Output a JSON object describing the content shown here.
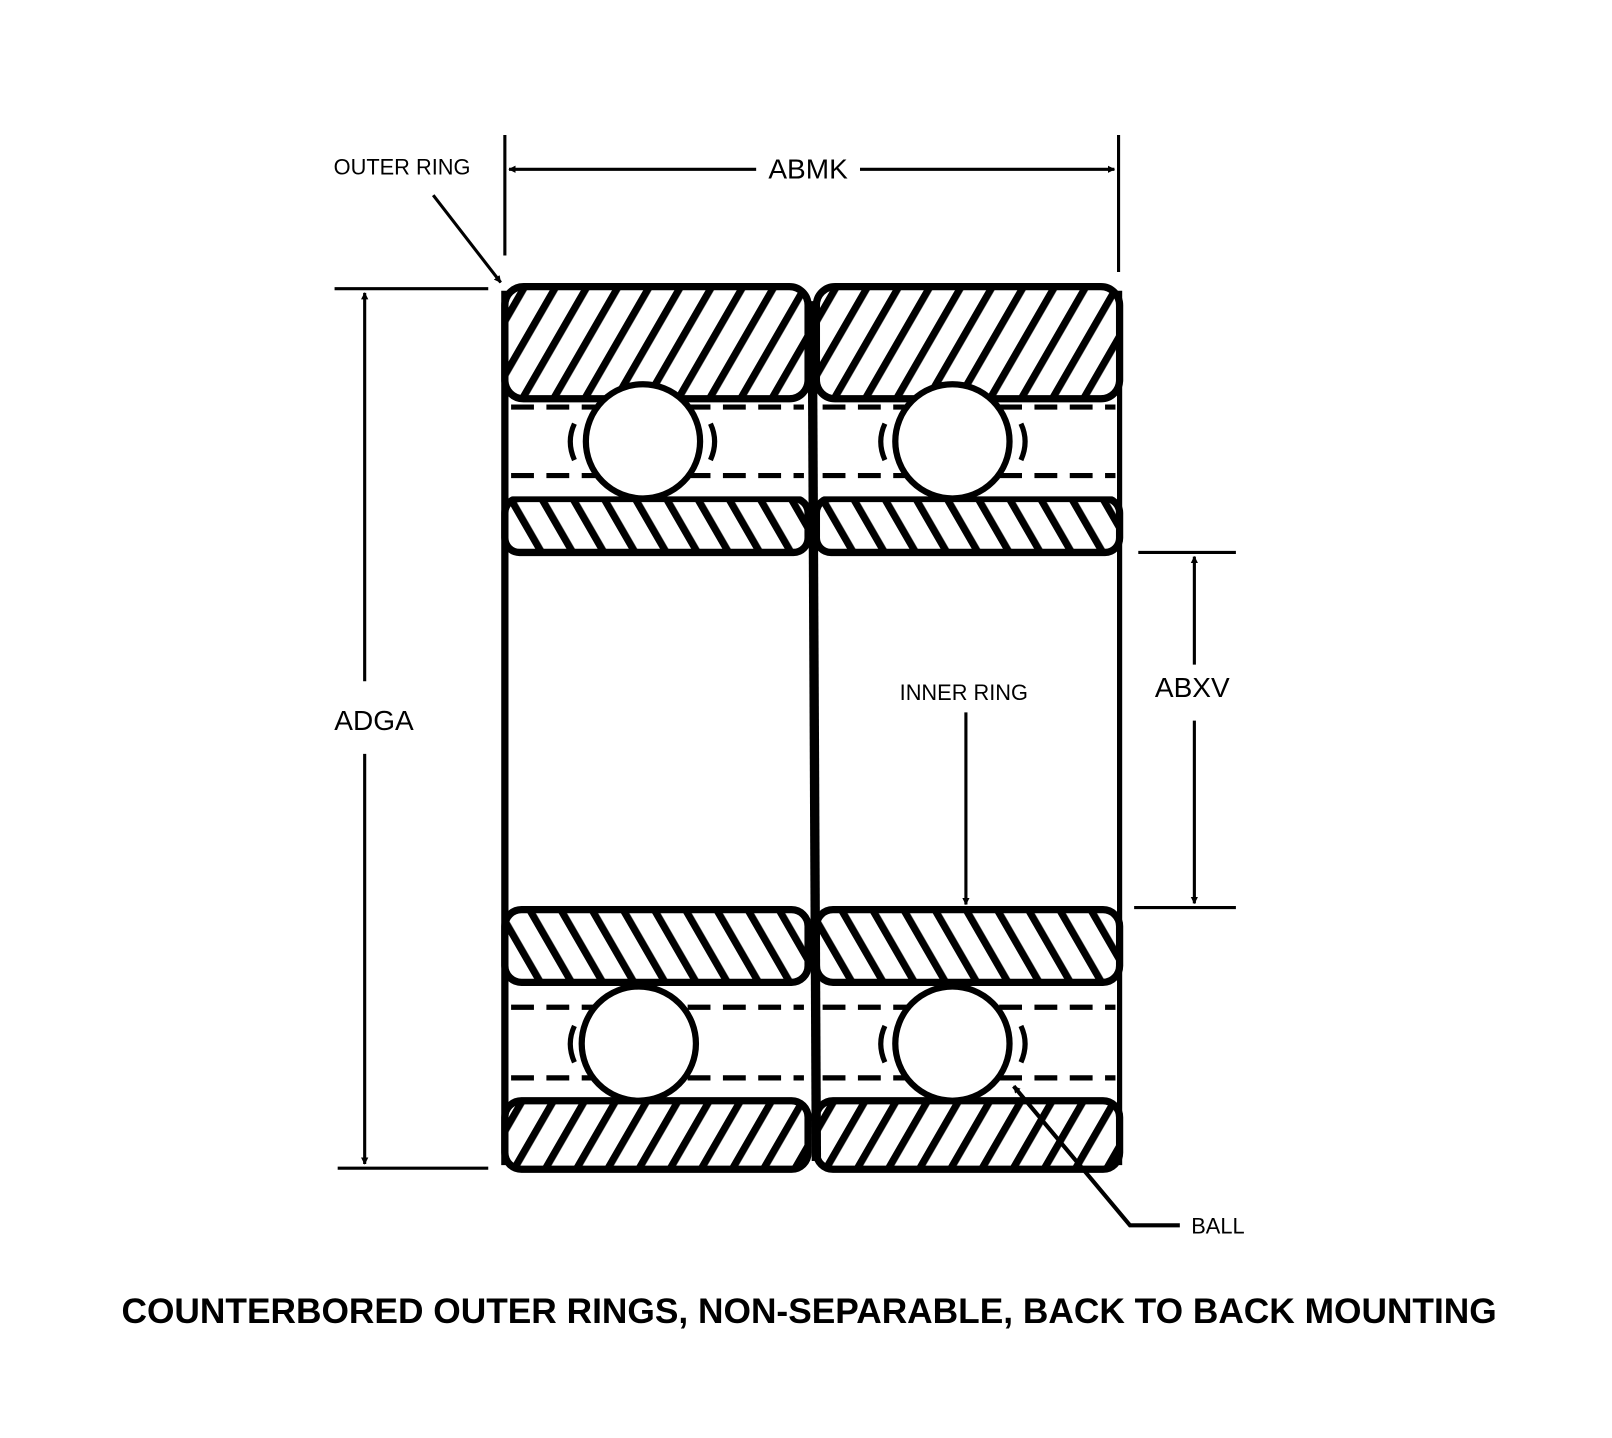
{
  "diagram": {
    "type": "technical-drawing",
    "subject": "double row angular contact ball bearing, cross-section",
    "title": "COUNTERBORED OUTER RINGS, NON-SEPARABLE, BACK TO BACK MOUNTING",
    "colors": {
      "ink": "#000000",
      "paper": "#ffffff"
    },
    "labels": {
      "outer_ring": "OUTER RING",
      "inner_ring": "INNER RING",
      "ball": "BALL"
    },
    "dimensions": {
      "overall_width": "ABMK",
      "outside_diameter": "ADGA",
      "bore_diameter": "ABXV"
    }
  }
}
